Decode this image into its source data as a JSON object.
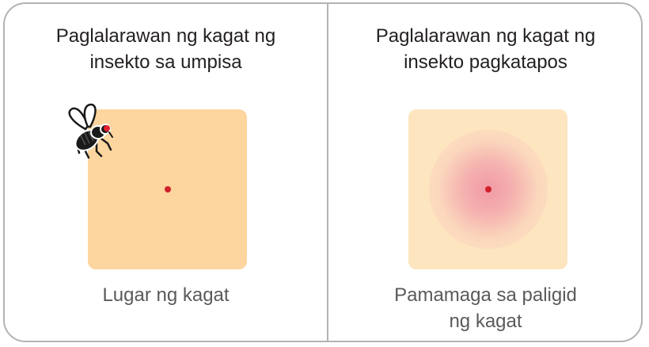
{
  "panels": {
    "before": {
      "title": "Paglalarawan ng kagat ng\ninsekto sa umpisa",
      "caption": "Lugar ng kagat"
    },
    "after": {
      "title": "Paglalarawan ng kagat ng\ninsekto pagkatapos",
      "caption": "Pamamaga sa paligid\nng kagat"
    }
  },
  "colors": {
    "skin_before": "#fdd59f",
    "skin_after": "#fde5bf",
    "bite_dot": "#d0202a",
    "swelling": "#f096a5",
    "border": "#b3b3b3"
  },
  "icons": [
    "insect-icon"
  ]
}
